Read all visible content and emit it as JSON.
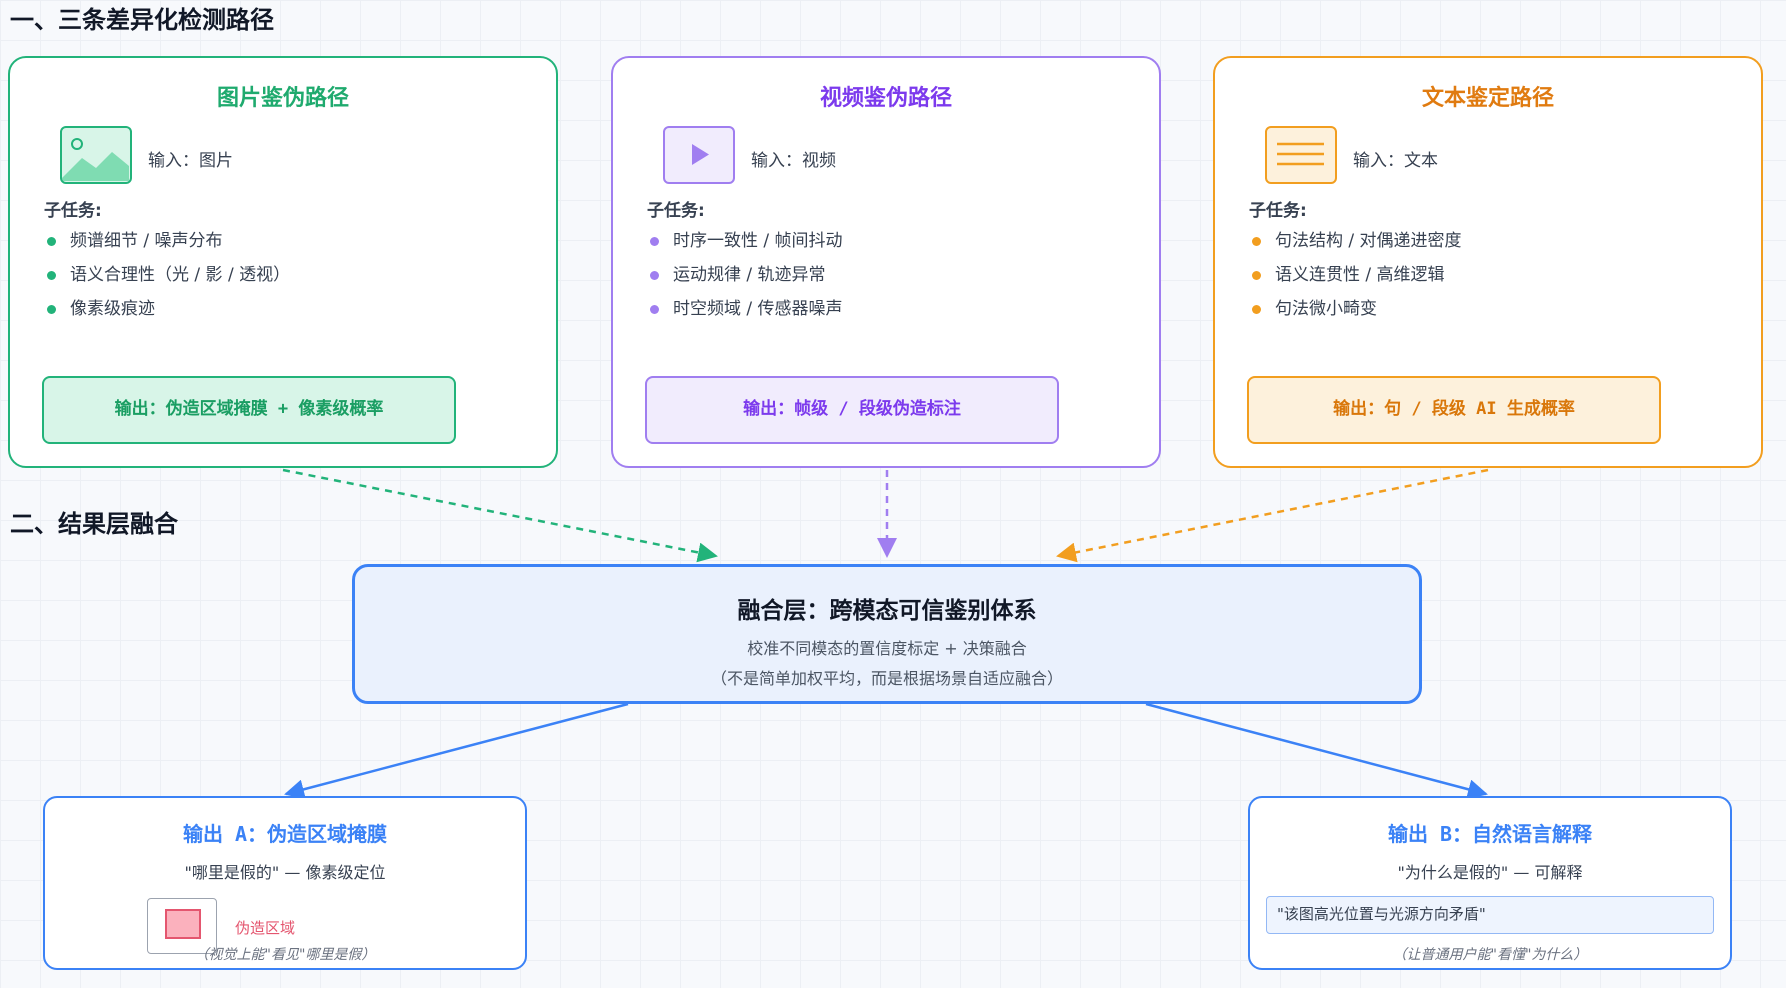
{
  "sections": {
    "paths_title": "一、三条差异化检测路径",
    "fusion_title": "二、结果层融合"
  },
  "paths": [
    {
      "title": "图片鉴伪路径",
      "icon": "image-icon",
      "input_label": "输入：图片",
      "subtask_heading": "子任务:",
      "subtasks": [
        "频谱细节 / 噪声分布",
        "语义合理性（光 / 影 / 透视）",
        "像素级痕迹"
      ],
      "output": "输出：伪造区域掩膜 + 像素级概率",
      "color": "#22b37a",
      "light": "#d8f5e8"
    },
    {
      "title": "视频鉴伪路径",
      "icon": "play-icon",
      "input_label": "输入：视频",
      "subtask_heading": "子任务:",
      "subtasks": [
        "时序一致性 / 帧间抖动",
        "运动规律 / 轨迹异常",
        "时空频域 / 传感器噪声"
      ],
      "output": "输出：帧级 / 段级伪造标注",
      "color": "#a07ef0",
      "light": "#f1ecfd"
    },
    {
      "title": "文本鉴定路径",
      "icon": "document-lines-icon",
      "input_label": "输入：文本",
      "subtask_heading": "子任务:",
      "subtasks": [
        "句法结构 / 对偶递进密度",
        "语义连贯性 / 高维逻辑",
        "句法微小畸变"
      ],
      "output": "输出：句 / 段级 AI 生成概率",
      "color": "#f29e1f",
      "light": "#fdf1dc"
    }
  ],
  "path_title_colors": [
    "#1faa6e",
    "#7c3aed",
    "#e07b10"
  ],
  "fusion": {
    "title": "融合层：跨模态可信鉴别体系",
    "line1": "校准不同模态的置信度标定 + 决策融合",
    "line2": "（不是简单加权平均，而是根据场景自适应融合）",
    "color": "#3b82f6"
  },
  "output_a": {
    "title": "输出 A：伪造区域掩膜",
    "subtitle": "\"哪里是假的\" — 像素级定位",
    "mask_label": "伪造区域",
    "note": "（视觉上能\"看见\"哪里是假）"
  },
  "output_b": {
    "title": "输出 B：自然语言解释",
    "subtitle": "\"为什么是假的\" — 可解释",
    "example": "\"该图高光位置与光源方向矛盾\"",
    "note": "（让普通用户能\"看懂\"为什么）"
  }
}
